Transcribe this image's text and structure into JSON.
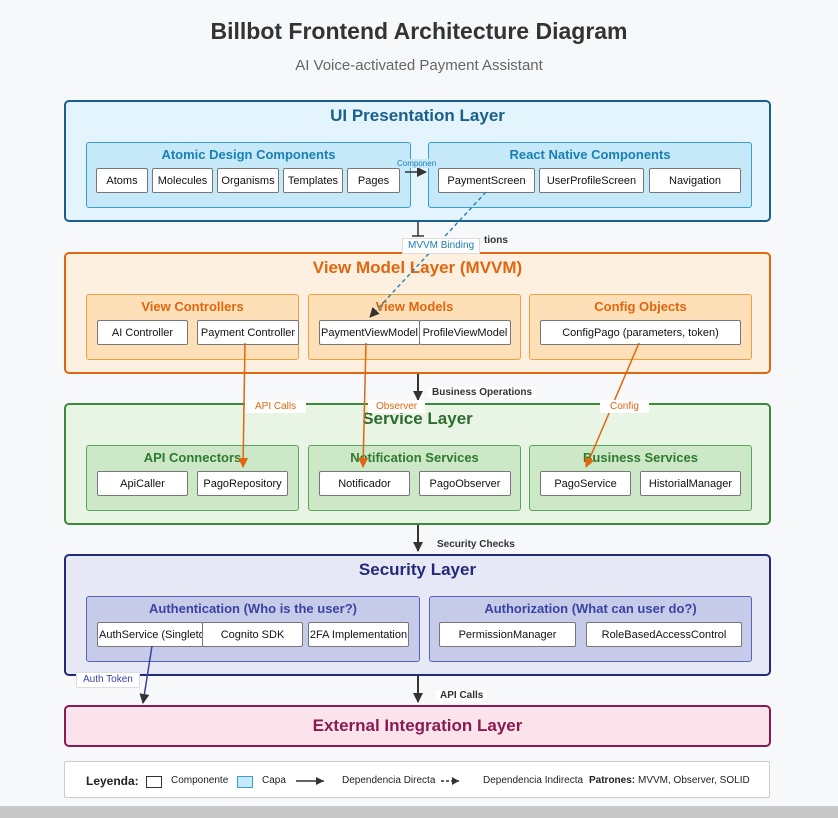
{
  "header": {
    "title": "Billbot Frontend Architecture Diagram",
    "subtitle": "AI Voice-activated Payment Assistant"
  },
  "layers": {
    "ui": {
      "title": "UI Presentation Layer",
      "atomic": {
        "title": "Atomic Design Components",
        "items": [
          "Atoms",
          "Molecules",
          "Organisms",
          "Templates",
          "Pages"
        ]
      },
      "react": {
        "title": "React Native Components",
        "items": [
          "PaymentScreen",
          "UserProfileScreen",
          "Navigation"
        ]
      }
    },
    "viewmodel": {
      "title": "View Model Layer (MVVM)",
      "controllers": {
        "title": "View Controllers",
        "items": [
          "AI Controller",
          "Payment Controller"
        ]
      },
      "models": {
        "title": "View Models",
        "items": [
          "PaymentViewModel",
          "ProfileViewModel"
        ]
      },
      "config": {
        "title": "Config Objects",
        "items": [
          "ConfigPago (parameters, token)"
        ]
      }
    },
    "service": {
      "title": "Service Layer",
      "api": {
        "title": "API Connectors",
        "items": [
          "ApiCaller",
          "PagoRepository"
        ]
      },
      "notification": {
        "title": "Notification Services",
        "items": [
          "Notificador",
          "PagoObserver"
        ]
      },
      "business": {
        "title": "Business Services",
        "items": [
          "PagoService",
          "HistorialManager"
        ]
      }
    },
    "security": {
      "title": "Security Layer",
      "authn": {
        "title": "Authentication (Who is the user?)",
        "items": [
          "AuthService (Singleto",
          "Cognito SDK",
          "2FA Implementation"
        ]
      },
      "authz": {
        "title": "Authorization (What can user do?)",
        "items": [
          "PermissionManager",
          "RoleBasedAccessControl"
        ]
      }
    },
    "external": {
      "title": "External Integration Layer"
    }
  },
  "connections": {
    "componen": "Componen",
    "tions": "tions",
    "mvvm_binding": "MVVM Binding",
    "business_operations": "Business Operations",
    "api_calls_orange": "API Calls",
    "observer": "Observer",
    "config": "Config",
    "security_checks": "Security Checks",
    "auth_token": "Auth Token",
    "api_calls": "API Calls"
  },
  "legend": {
    "heading": "Leyenda:",
    "component": "Componente",
    "layer": "Capa",
    "direct": "Dependencia Directa",
    "indirect": "Dependencia Indirecta",
    "patterns_label": "Patrones:",
    "patterns_value": "MVVM, Observer, SOLID"
  },
  "colors": {
    "ui_border": "#1a5f8b",
    "ui_fill": "#e3f4fc",
    "ui_group": "#c5e9f8",
    "vm_border": "#e0660f",
    "vm_fill": "#fdf0e0",
    "vm_group": "#fde0b8",
    "svc_border": "#3c8a3c",
    "svc_fill": "#e8f5e4",
    "svc_group": "#cde8c7",
    "sec_border": "#232a7a",
    "sec_fill": "#e7e8f5",
    "sec_group": "#c7cbea",
    "ext_border": "#8a1a50",
    "ext_fill": "#fbe3ec"
  }
}
